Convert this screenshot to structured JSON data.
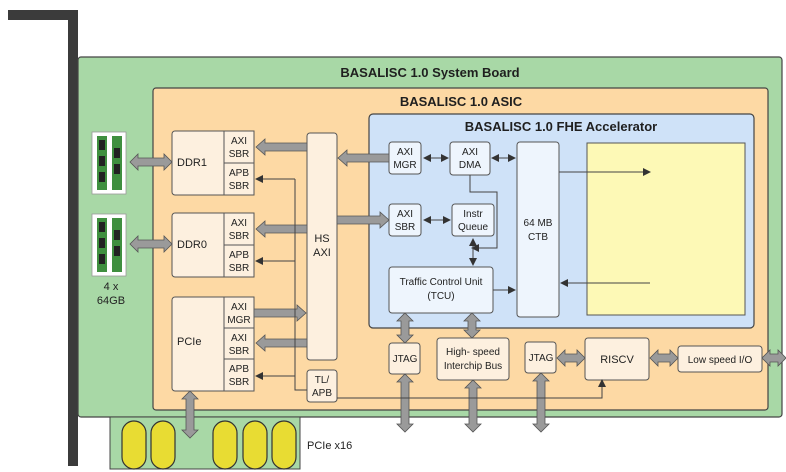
{
  "titles": {
    "board": "BASALISC 1.0 System Board",
    "asic": "BASALISC 1.0 ASIC",
    "accel": "BASALISC 1.0 FHE Accelerator"
  },
  "memory": {
    "line1": "4 x",
    "line2": "64GB"
  },
  "blocks": {
    "ddr1": "DDR1",
    "ddr0": "DDR0",
    "pcie": "PCIe",
    "axi_sbr": [
      "AXI",
      "SBR"
    ],
    "apb_sbr": [
      "APB",
      "SBR"
    ],
    "axi_mgr": [
      "AXI",
      "MGR"
    ],
    "hs_axi": [
      "HS",
      "AXI"
    ],
    "tl_apb": [
      "TL/",
      "APB"
    ],
    "accel_axi_mgr": [
      "AXI",
      "MGR"
    ],
    "accel_axi_sbr": [
      "AXI",
      "SBR"
    ],
    "axi_dma": [
      "AXI",
      "DMA"
    ],
    "instr_queue": [
      "Instr",
      "Queue"
    ],
    "tcu": [
      "Traffic Control Unit",
      "(TCU)"
    ],
    "ctb": [
      "64 MB",
      "CTB"
    ],
    "jtag": "JTAG",
    "interchip": [
      "High- speed",
      "Interchip Bus"
    ],
    "riscv": "RISCV",
    "low_speed": "Low speed I/O"
  },
  "connector": {
    "label": "PCIe x16"
  },
  "colors": {
    "board_fill": "#a8d8a6",
    "asic_fill": "#fdd9a4",
    "accel_fill": "#cfe2f8",
    "block_fill": "#fdf0df",
    "accel_block_fill": "#eef5fd",
    "compute_fill": "#fdf9b6",
    "bracket": "#3b3b3b",
    "arrow_gray": "#9a9a9a",
    "gold": "#e8dc33"
  }
}
